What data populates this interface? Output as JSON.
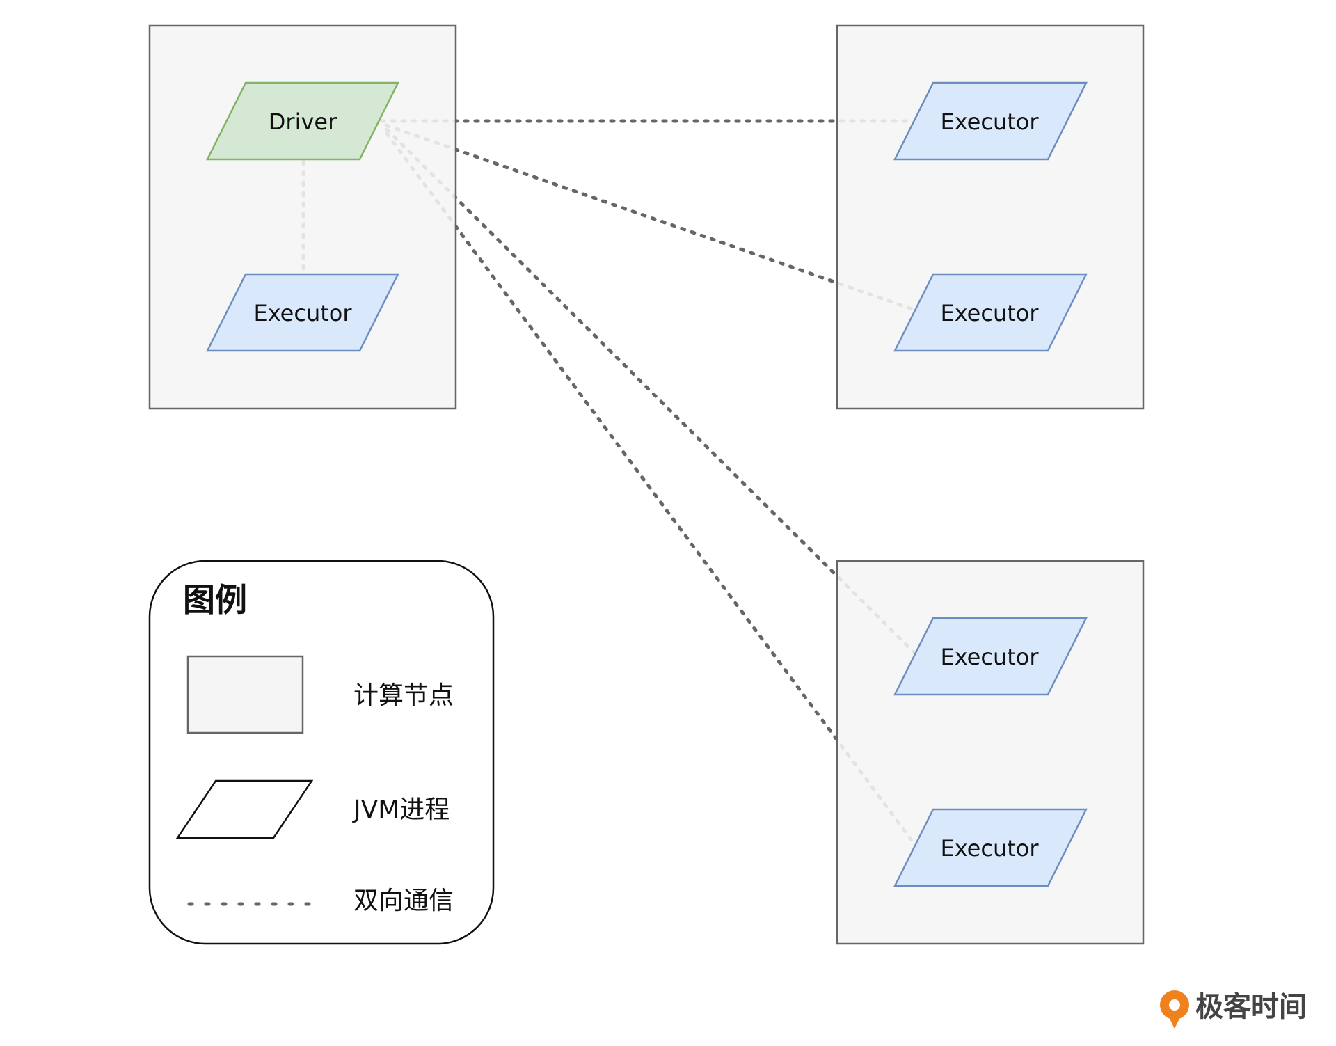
{
  "colors": {
    "node_fill": "#f5f5f5",
    "node_stroke": "#666666",
    "driver_fill": "#d5e8d4",
    "driver_stroke": "#82b366",
    "executor_fill": "#dae8fc",
    "executor_stroke": "#6c8ebf",
    "link_color": "#666666",
    "brand_orange": "#f0821e",
    "brand_text": "#444444"
  },
  "nodes": [
    {
      "processes": [
        {
          "kind": "driver",
          "label": "Driver"
        },
        {
          "kind": "executor",
          "label": "Executor"
        }
      ]
    },
    {
      "processes": [
        {
          "kind": "executor",
          "label": "Executor"
        },
        {
          "kind": "executor",
          "label": "Executor"
        }
      ]
    },
    {
      "processes": [
        {
          "kind": "executor",
          "label": "Executor"
        },
        {
          "kind": "executor",
          "label": "Executor"
        }
      ]
    }
  ],
  "links": [
    {
      "from": "Driver",
      "to": "Executor"
    },
    {
      "from": "Driver",
      "to": "Executor"
    },
    {
      "from": "Driver",
      "to": "Executor"
    },
    {
      "from": "Driver",
      "to": "Executor"
    },
    {
      "from": "Driver",
      "to": "Executor"
    }
  ],
  "legend": {
    "title": "图例",
    "items": [
      {
        "icon": "compute-node-icon",
        "label": "计算节点"
      },
      {
        "icon": "jvm-process-icon",
        "label": "JVM进程"
      },
      {
        "icon": "dotted-line-icon",
        "label": "双向通信"
      }
    ]
  },
  "brand": {
    "icon": "geekbang-logo-icon",
    "name": "极客时间"
  }
}
